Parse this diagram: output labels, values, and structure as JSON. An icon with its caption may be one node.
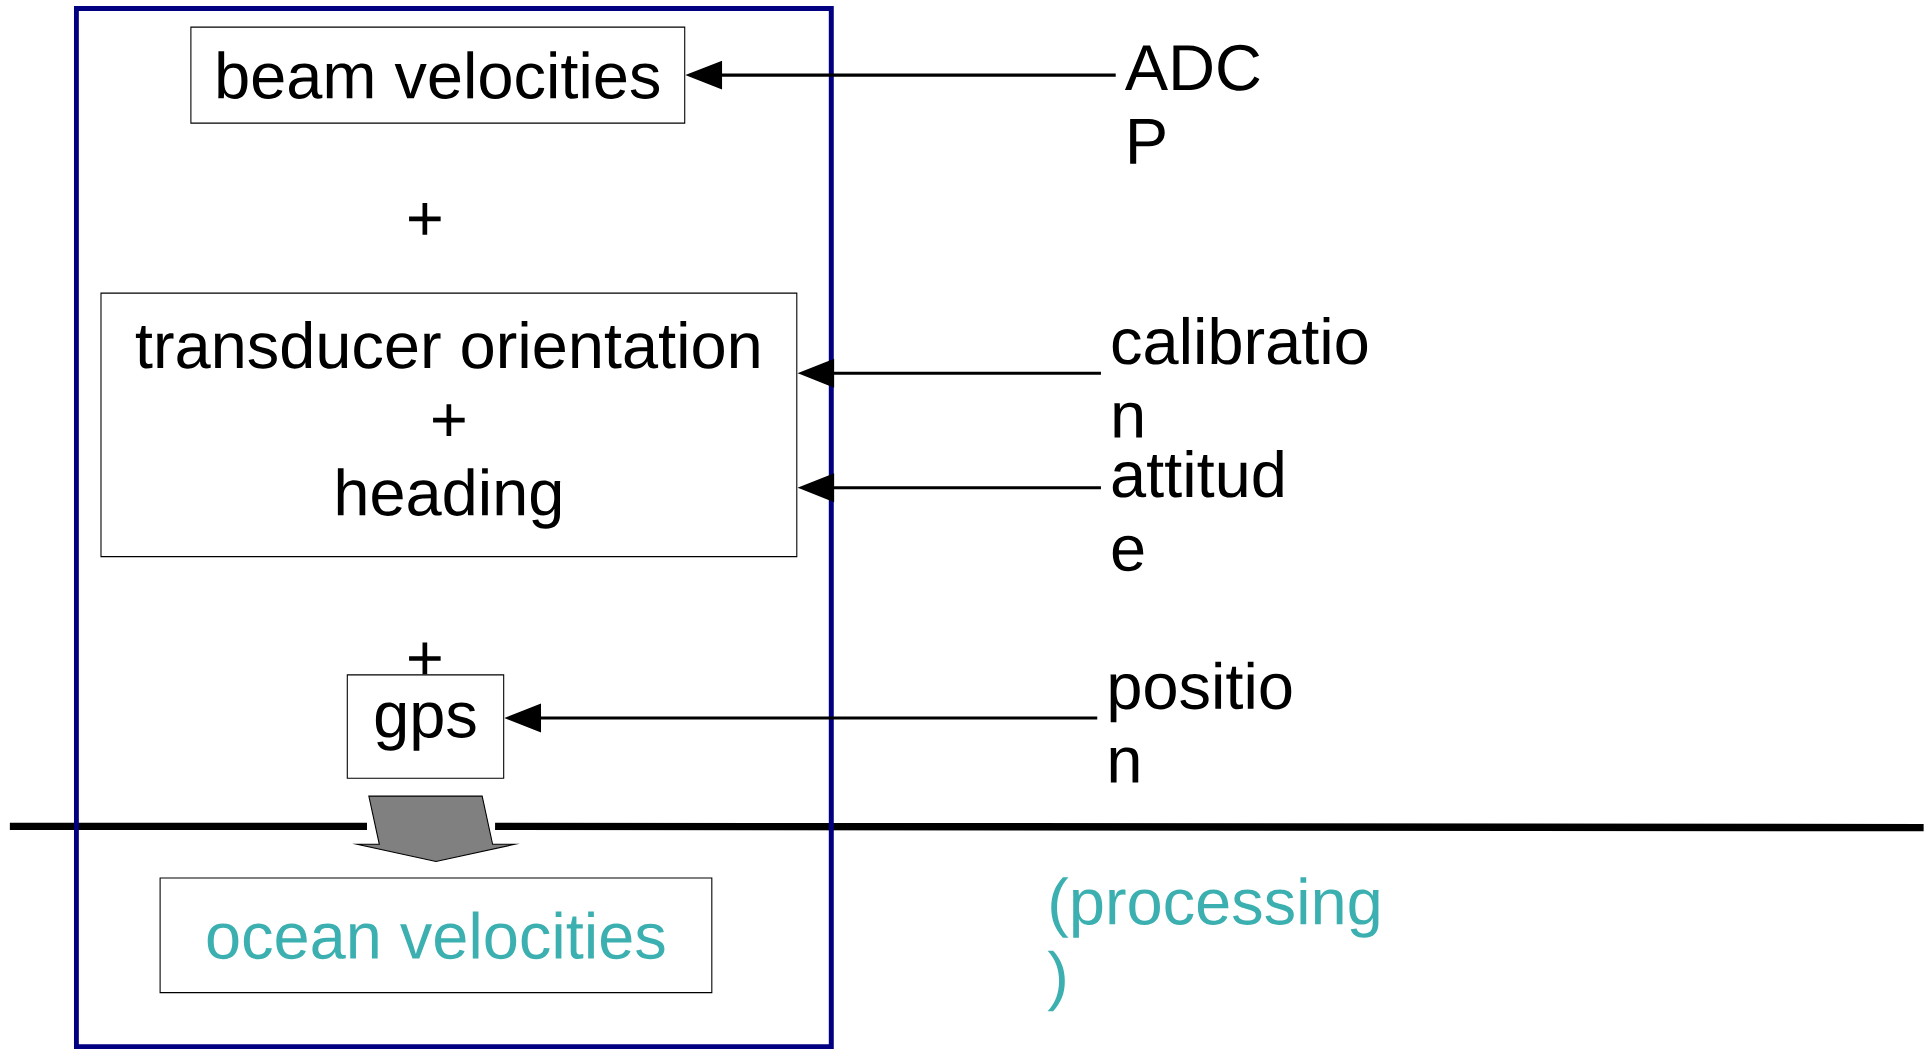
{
  "diagram": {
    "nodes": [
      {
        "text": [],
        "shape": "box"
      },
      {
        "text": [
          "beam velocities"
        ],
        "in": 0
      },
      {
        "text": [
          "transducer orientation",
          "+",
          "heading"
        ],
        "in": 0
      },
      {
        "text": [
          "gps"
        ],
        "in": 0
      },
      {
        "text": [
          "ocean velocities"
        ],
        "in": 0
      },
      {
        "text": [
          "ADC P"
        ]
      },
      {
        "text": [
          "calibratio n"
        ]
      },
      {
        "text": [
          "attitud e"
        ]
      },
      {
        "text": [
          "positio n"
        ]
      }
    ],
    "edges": [
      {
        "from": 5,
        "to": 1,
        "arrow": "to"
      },
      {
        "from": 6,
        "to": 2,
        "arrow": "to"
      },
      {
        "from": 7,
        "to": 2,
        "arrow": "to"
      },
      {
        "from": 8,
        "to": 3,
        "arrow": "to"
      },
      {
        "from": 3,
        "to": 4,
        "arrow": "to",
        "style": "thick",
        "color": "#808080"
      }
    ],
    "labels": [
      "+",
      "+",
      "(processing )"
    ]
  }
}
